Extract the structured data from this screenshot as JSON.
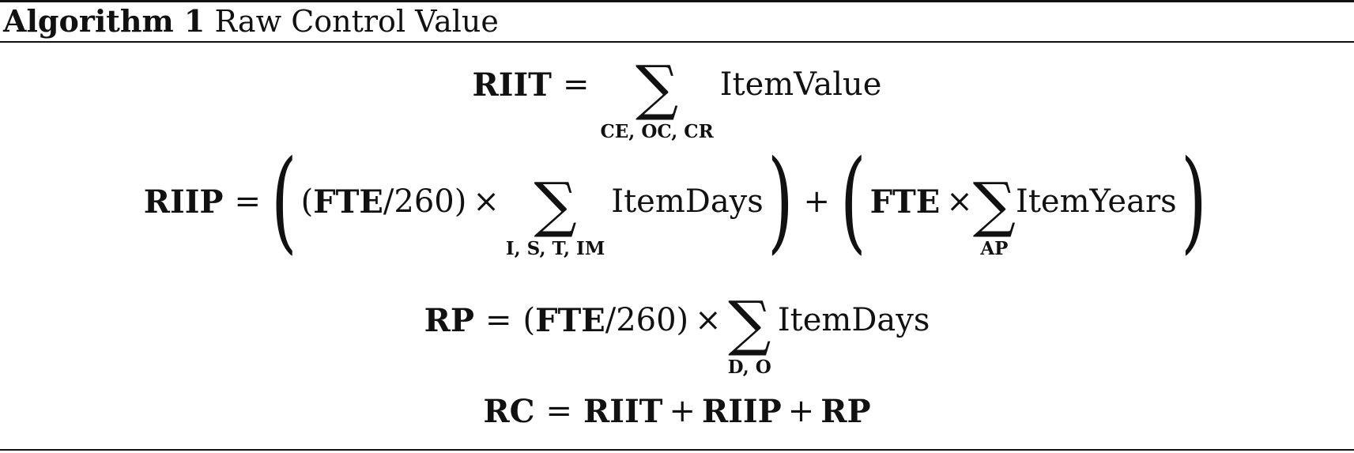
{
  "caption": {
    "label": "Algorithm 1",
    "title": "Raw Control Value"
  },
  "equations": {
    "riit": {
      "lhs": "RIIT",
      "eq": "=",
      "sum_symbol": "∑",
      "sum_sub": "CE,  OC,  CR",
      "term": "ItemValue"
    },
    "riip": {
      "lhs": "RIIP",
      "eq": "=",
      "open_big": "(",
      "frac_open": "(",
      "fte": "FTE",
      "divisor": "/260)",
      "times": "×",
      "sum_symbol": "∑",
      "sum_sub": "I,  S,  T,  IM",
      "term1": "ItemDays",
      "close_big": ")",
      "plus": "+",
      "open_big2": "(",
      "fte2": "FTE",
      "times2": "×",
      "sum_symbol2": "∑",
      "sum_sub2": "AP",
      "term2": "ItemYears",
      "close_big2": ")"
    },
    "rp": {
      "lhs": "RP",
      "eq": "=",
      "frac_open": "(",
      "fte": "FTE",
      "divisor": "/260)",
      "times": "×",
      "sum_symbol": "∑",
      "sum_sub": "D,  O",
      "term": "ItemDays"
    },
    "rc": {
      "lhs": "RC",
      "eq": "=",
      "t1": "RIIT",
      "plus1": "+",
      "t2": "RIIP",
      "plus2": "+",
      "t3": "RP"
    }
  }
}
